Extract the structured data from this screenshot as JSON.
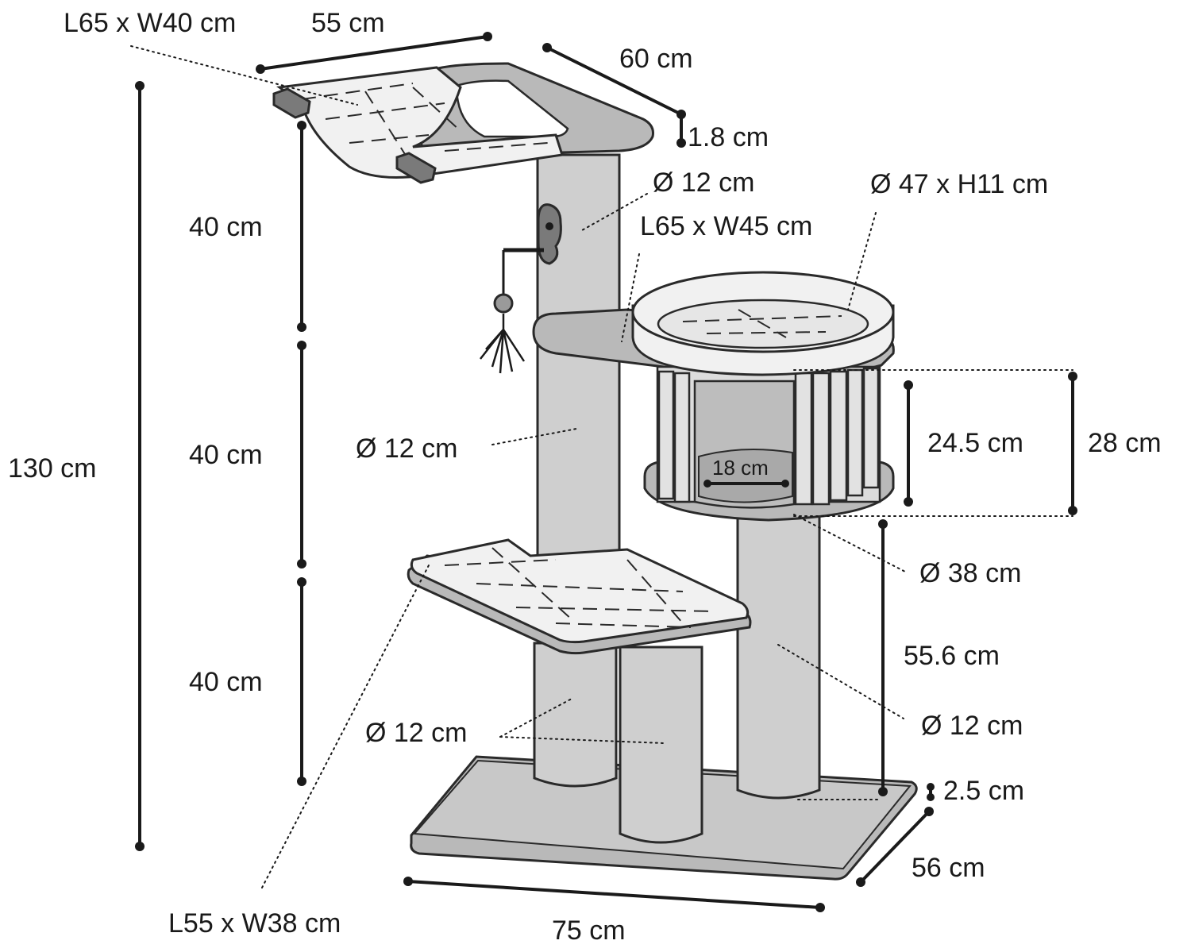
{
  "diagram": {
    "labels": {
      "hammock_size": "L65 x W40 cm",
      "top_width": "55 cm",
      "top_depth": "60 cm",
      "top_thickness": "1.8 cm",
      "top_post_diameter": "Ø 12 cm",
      "bed_size": "Ø 47 x H11 cm",
      "middle_platform_size": "L65 x W45 cm",
      "segment_top": "40 cm",
      "segment_middle": "40 cm",
      "segment_bottom": "40 cm",
      "total_height": "130 cm",
      "middle_post_diameter": "Ø 12 cm",
      "cave_inner_height": "24.5 cm",
      "cave_outer_height": "28 cm",
      "cave_opening": "18 cm",
      "cave_diameter": "Ø 38 cm",
      "right_post_height": "55.6 cm",
      "right_post_diameter": "Ø 12 cm",
      "lower_posts_diameter": "Ø 12 cm",
      "base_thickness": "2.5 cm",
      "base_depth": "56 cm",
      "lower_platform_size": "L55 x W38 cm",
      "base_width": "75 cm"
    },
    "colors": {
      "line": "#1a1a1a",
      "post": "#cfcfcf",
      "platform": "#b9b9b9",
      "cushion": "#f1f1f1"
    }
  }
}
